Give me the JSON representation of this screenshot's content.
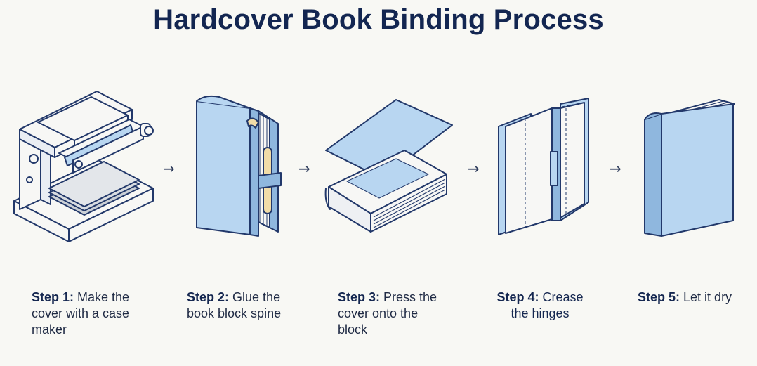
{
  "title": "Hardcover Book Binding Process",
  "arrow_glyph": "→",
  "steps": [
    {
      "label": "Step 1:",
      "text": "Make the cover with a case maker"
    },
    {
      "label": "Step 2:",
      "text": "Glue the book block spine"
    },
    {
      "label": "Step 3:",
      "text": "Press the cover onto the block"
    },
    {
      "label": "Step 4:",
      "text": "Crease the hinges"
    },
    {
      "label": "Step 5:",
      "text": "Let it dry"
    }
  ],
  "colors": {
    "outline": "#22386a",
    "cover_blue": "#b8d6f1",
    "cover_blue_dark": "#8fb7de",
    "paper": "#f7f7f5",
    "glue_tan": "#f1dca8",
    "title": "#132651"
  }
}
